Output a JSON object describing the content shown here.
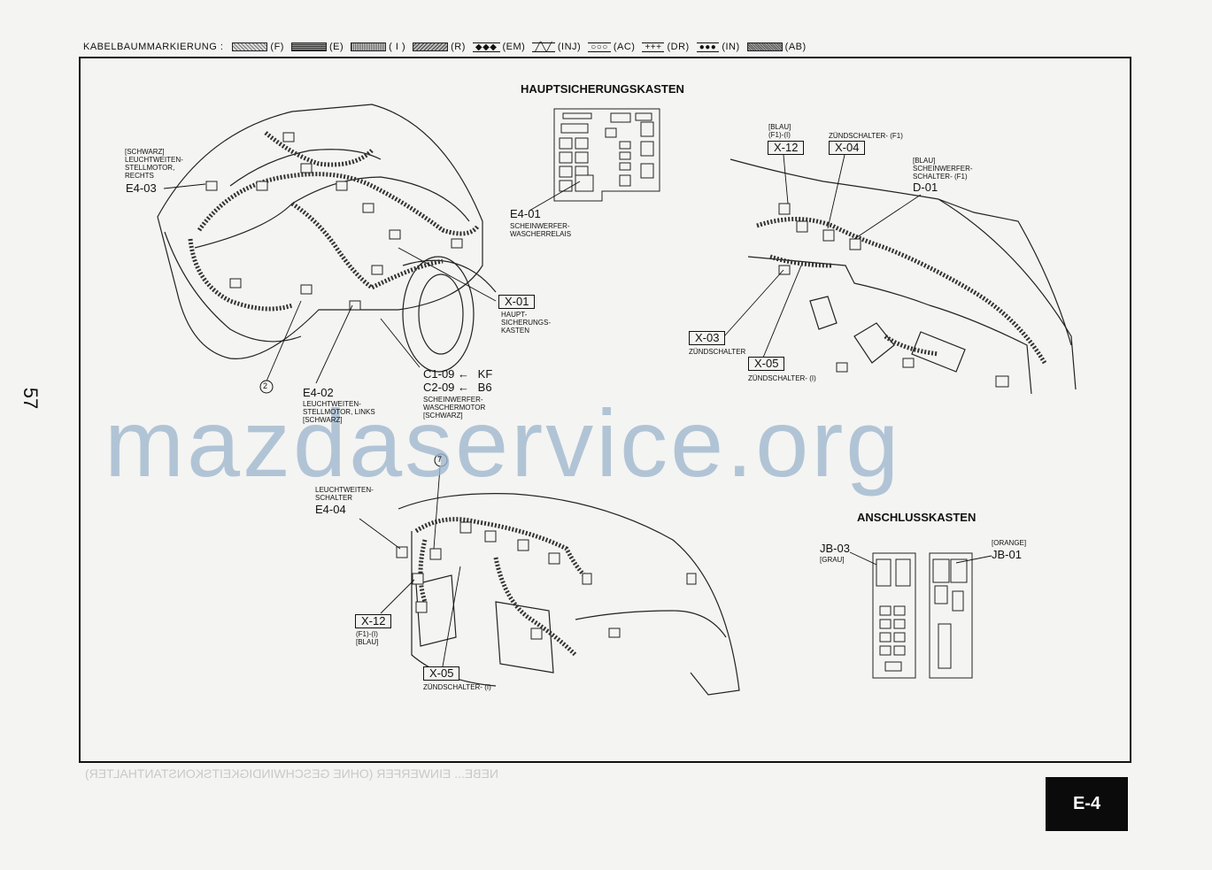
{
  "legend": {
    "title": "KABELBAUMMARKIERUNG :",
    "items": [
      {
        "label": "(F)",
        "swatch": "f"
      },
      {
        "label": "(E)",
        "swatch": "e"
      },
      {
        "label": "( I )",
        "swatch": "i"
      },
      {
        "label": "(R)",
        "swatch": "r"
      },
      {
        "label": "(EM)",
        "glyph": "◆◆◆"
      },
      {
        "label": "(INJ)",
        "glyph": "╱╲╱"
      },
      {
        "label": "(AC)",
        "glyph": "○○○"
      },
      {
        "label": "(DR)",
        "glyph": "+++"
      },
      {
        "label": "(IN)",
        "glyph": "●●●"
      },
      {
        "label": "(AB)",
        "swatch": "ab"
      }
    ]
  },
  "page_number": "57",
  "page_tag": "E-4",
  "watermark": "mazdaservice.org",
  "bleed_text": "NEBE... EINWERFER (OHNE GESCHWINDIGKEITSKONSTANTHALTER)",
  "headings": {
    "main_fuse_box": "HAUPTSICHERUNGSKASTEN",
    "junction_box": "ANSCHLUSSKASTEN"
  },
  "engine_bay": {
    "e403": {
      "desc": [
        "[SCHWARZ]",
        "LEUCHTWEITEN-",
        "STELLMOTOR,",
        "RECHTS"
      ],
      "code": "E4-03"
    },
    "e402": {
      "code": "E4-02",
      "desc": [
        "LEUCHTWEITEN-",
        "STELLMOTOR, LINKS",
        "[SCHWARZ]"
      ]
    },
    "marker2": "2",
    "x01": {
      "code": "X-01",
      "desc": [
        "HAUPT-",
        "SICHERUNGS-",
        "KASTEN"
      ]
    },
    "c109": {
      "code": "C1-09",
      "arrow": "←",
      "target": "KF"
    },
    "c209": {
      "code": "C2-09",
      "arrow": "←",
      "target": "B6"
    },
    "washer_motor": [
      "SCHEINWERFER-",
      "WASCHERMOTOR",
      "[SCHWARZ]"
    ]
  },
  "fuse_box": {
    "e401": {
      "code": "E4-01",
      "desc": [
        "SCHEINWERFER-",
        "WASCHERRELAIS"
      ]
    }
  },
  "dash_right": {
    "x12": {
      "desc": [
        "[BLAU]",
        "(F1)-(I)"
      ],
      "code": "X-12"
    },
    "x04": {
      "desc": "ZÜNDSCHALTER- (F1)",
      "code": "X-04"
    },
    "d01": {
      "desc": [
        "[BLAU]",
        "SCHEINWERFER-",
        "SCHALTER- (F1)"
      ],
      "code": "D-01"
    },
    "x03": {
      "code": "X-03",
      "desc": "ZÜNDSCHALTER"
    },
    "x05": {
      "code": "X-05",
      "desc": "ZÜNDSCHALTER- (I)"
    }
  },
  "dash_lower": {
    "marker7": "7",
    "e404": {
      "desc": [
        "LEUCHTWEITEN-",
        "SCHALTER"
      ],
      "code": "E4-04"
    },
    "x12": {
      "code": "X-12",
      "desc": [
        "(F1)-(I)",
        "[BLAU]"
      ]
    },
    "x05": {
      "code": "X-05",
      "desc": "ZÜNDSCHALTER- (I)"
    }
  },
  "junction": {
    "jb03": {
      "code": "JB-03",
      "desc": "[GRAU]"
    },
    "jb01": {
      "desc": "[ORANGE]",
      "code": "JB-01"
    }
  }
}
